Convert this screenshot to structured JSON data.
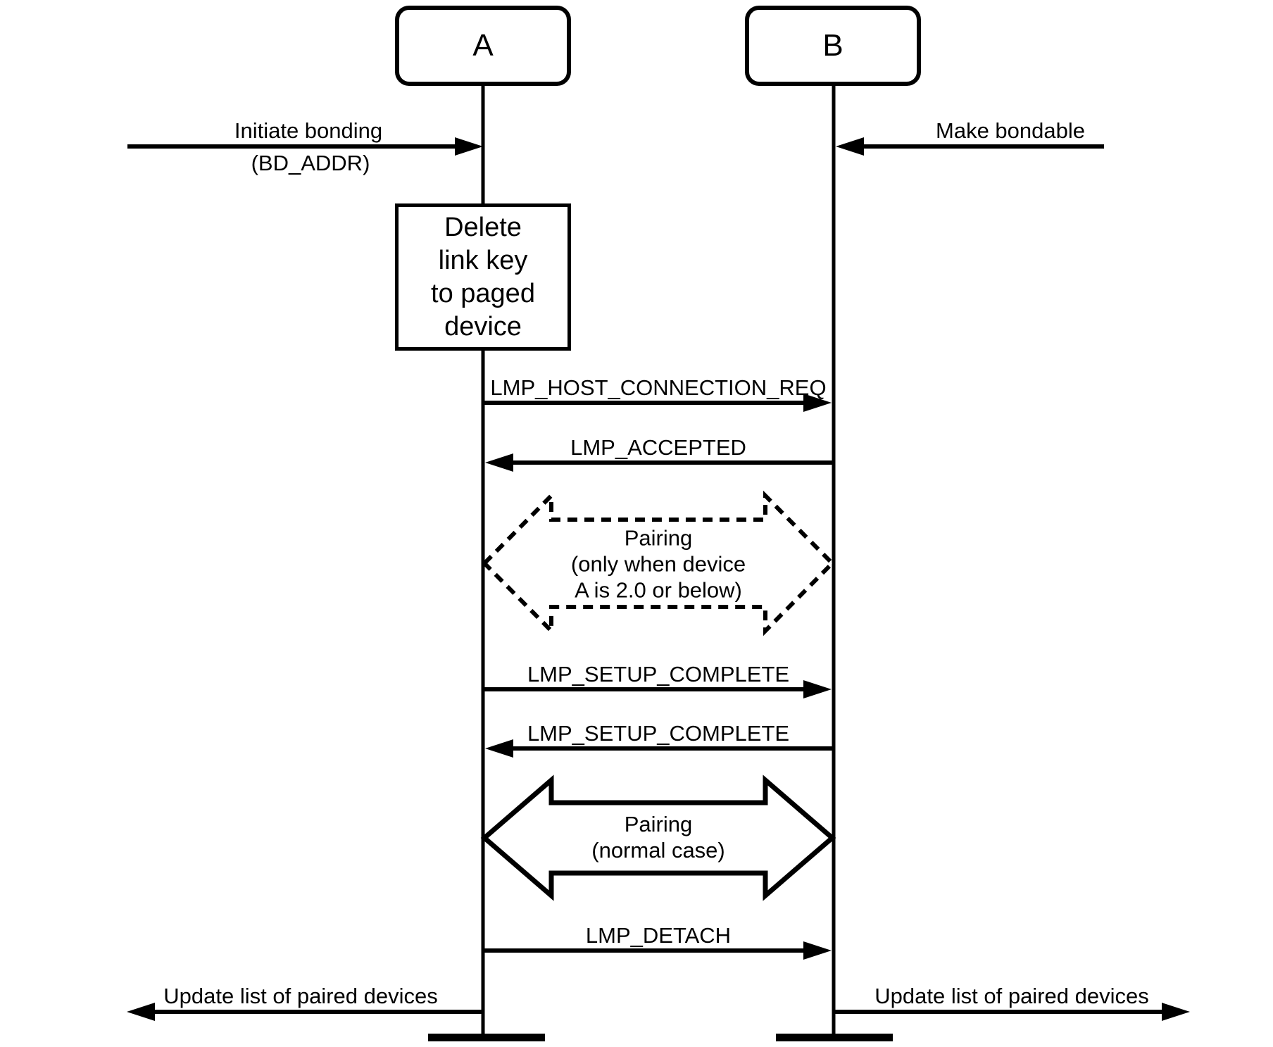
{
  "colors": {
    "ink": "#000000",
    "background": "#ffffff"
  },
  "actors": [
    {
      "label": "A"
    },
    {
      "label": "B"
    }
  ],
  "signals": {
    "initiate": {
      "label": "Initiate bonding",
      "sublabel": "(BD_ADDR)"
    },
    "make_bondable": {
      "label": "Make bondable"
    },
    "update_left": {
      "label": "Update list of paired devices"
    },
    "update_right": {
      "label": "Update list of paired devices"
    }
  },
  "action_box": {
    "text": "Delete\nlink key\nto paged\ndevice"
  },
  "messages": [
    {
      "label": "LMP_HOST_CONNECTION_REQ",
      "from": "A",
      "to": "B"
    },
    {
      "label": "LMP_ACCEPTED",
      "from": "B",
      "to": "A"
    },
    {
      "label": "LMP_SETUP_COMPLETE",
      "from": "A",
      "to": "B"
    },
    {
      "label": "LMP_SETUP_COMPLETE",
      "from": "B",
      "to": "A"
    },
    {
      "label": "LMP_DETACH",
      "from": "A",
      "to": "B"
    }
  ],
  "pairing_blocks": [
    {
      "style": "dashed",
      "text": "Pairing\n(only when device\nA is 2.0 or below)"
    },
    {
      "style": "solid",
      "text": "Pairing\n(normal case)"
    }
  ]
}
